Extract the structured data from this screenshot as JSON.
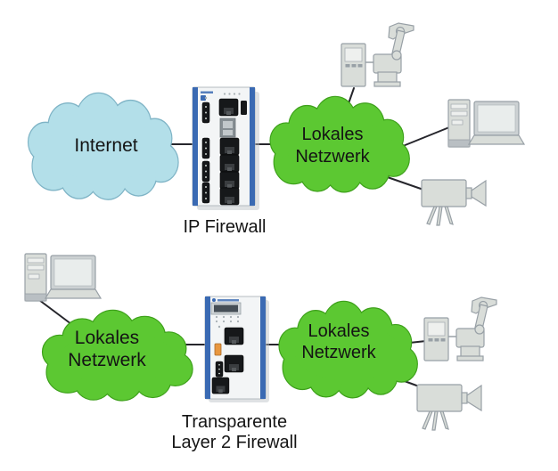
{
  "colors": {
    "background": "#ffffff",
    "internet_cloud_fill": "#b3dfe9",
    "internet_cloud_outline": "#7fb4c6",
    "lan_cloud_fill": "#5cc832",
    "lan_cloud_outline": "#3da01a",
    "firewall_accent_blue": "#3a6ab3",
    "usb_slot_orange": "#e8973f",
    "hardware_grey_fill": "#d9ddd9",
    "hardware_grey_outline": "#98a0a6",
    "connection_line": "#26262c",
    "label_text": "#141414"
  },
  "top_diagram": {
    "internet_cloud_label": "Internet",
    "firewall_label": "IP Firewall",
    "lan_cloud_label": [
      "Lokales",
      "Netzwerk"
    ],
    "connected_devices": [
      "robot-controller",
      "robot-arm",
      "desktop-tower",
      "laptop",
      "video-camera"
    ]
  },
  "bottom_diagram": {
    "left_lan_cloud_label": [
      "Lokales",
      "Netzwerk"
    ],
    "firewall_label": [
      "Transparente",
      "Layer 2 Firewall"
    ],
    "right_lan_cloud_label": [
      "Lokales",
      "Netzwerk"
    ],
    "left_connected_devices": [
      "desktop-tower",
      "laptop"
    ],
    "right_connected_devices": [
      "robot-controller",
      "robot-arm",
      "video-camera"
    ]
  }
}
